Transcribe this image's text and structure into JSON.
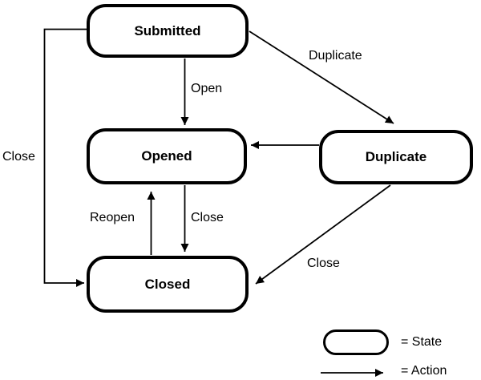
{
  "nodes": {
    "submitted": {
      "label": "Submitted"
    },
    "opened": {
      "label": "Opened"
    },
    "duplicate": {
      "label": "Duplicate"
    },
    "closed": {
      "label": "Closed"
    }
  },
  "edges": [
    {
      "from": "Submitted",
      "to": "Opened",
      "label": "Open"
    },
    {
      "from": "Submitted",
      "to": "Duplicate",
      "label": "Duplicate"
    },
    {
      "from": "Submitted",
      "to": "Closed",
      "label": "Close"
    },
    {
      "from": "Duplicate",
      "to": "Opened",
      "label": ""
    },
    {
      "from": "Opened",
      "to": "Closed",
      "label": "Close"
    },
    {
      "from": "Closed",
      "to": "Opened",
      "label": "Reopen"
    },
    {
      "from": "Duplicate",
      "to": "Closed",
      "label": "Close"
    }
  ],
  "legend": {
    "state": "= State",
    "action": "= Action"
  },
  "colors": {
    "stroke": "#000000",
    "fill": "#ffffff"
  }
}
